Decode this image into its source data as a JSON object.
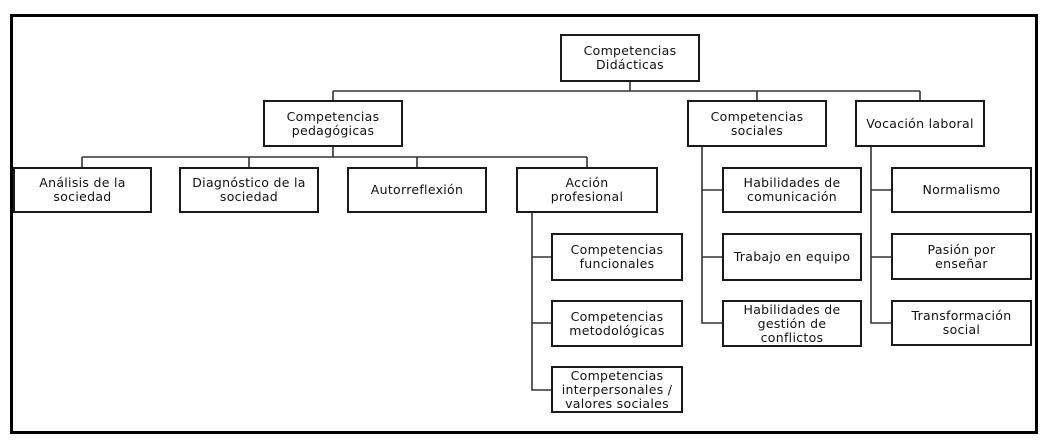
{
  "diagram": {
    "type": "hierarchy",
    "root": {
      "id": "root",
      "label": "Competencias\nDidácticas"
    },
    "nodes": [
      {
        "id": "pedagogicas",
        "parent": "root",
        "label": "Competencias\npedagógicas"
      },
      {
        "id": "sociales",
        "parent": "root",
        "label": "Competencias\nsociales"
      },
      {
        "id": "vocacion",
        "parent": "root",
        "label": "Vocación laboral"
      },
      {
        "id": "analisis",
        "parent": "pedagogicas",
        "label": "Análisis de la\nsociedad"
      },
      {
        "id": "diagnostico",
        "parent": "pedagogicas",
        "label": "Diagnóstico de la\nsociedad"
      },
      {
        "id": "autorreflexion",
        "parent": "pedagogicas",
        "label": "Autorreflexión"
      },
      {
        "id": "accion",
        "parent": "pedagogicas",
        "label": "Acción\nprofesional"
      },
      {
        "id": "funcionales",
        "parent": "accion",
        "label": "Competencias\nfuncionales"
      },
      {
        "id": "metodologicas",
        "parent": "accion",
        "label": "Competencias\nmetodológicas"
      },
      {
        "id": "interpersonales",
        "parent": "accion",
        "label": "Competencias\ninterpersonales /\nvalores sociales"
      },
      {
        "id": "comunicacion",
        "parent": "sociales",
        "label": "Habilidades de\ncomunicación"
      },
      {
        "id": "equipo",
        "parent": "sociales",
        "label": "Trabajo en equipo"
      },
      {
        "id": "conflictos",
        "parent": "sociales",
        "label": "Habilidades de\ngestión de\nconflictos"
      },
      {
        "id": "normalismo",
        "parent": "vocacion",
        "label": "Normalismo"
      },
      {
        "id": "pasion",
        "parent": "vocacion",
        "label": "Pasión por\nenseñar"
      },
      {
        "id": "transformacion",
        "parent": "vocacion",
        "label": "Transformación\nsocial"
      }
    ]
  }
}
